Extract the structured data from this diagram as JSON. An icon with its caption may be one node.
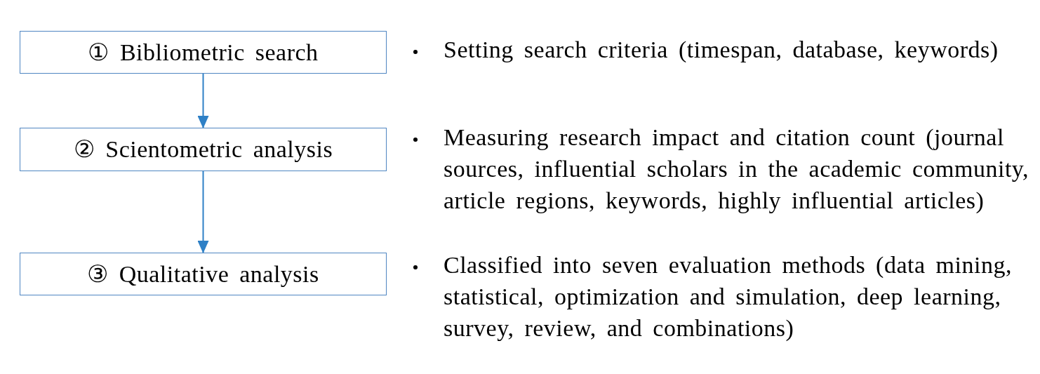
{
  "diagram": {
    "nodes": [
      {
        "text": [
          "① Bibliometric search"
        ],
        "beside": [
          "Setting search criteria (timespan, database, keywords)"
        ]
      },
      {
        "text": [
          "② Scientometric analysis"
        ],
        "beside": [
          "Measuring research impact and citation count (journal sources, influential scholars in the academic community, article regions, keywords, highly influential articles)"
        ]
      },
      {
        "text": [
          "③ Qualitative analysis"
        ],
        "beside": [
          "Classified into seven evaluation methods (data mining, statistical, optimization and simulation, deep learning, survey, review, and combinations)"
        ]
      }
    ],
    "edges": [
      {
        "from": 0,
        "to": 1,
        "arrow": "to"
      },
      {
        "from": 1,
        "to": 2,
        "arrow": "to"
      }
    ]
  }
}
